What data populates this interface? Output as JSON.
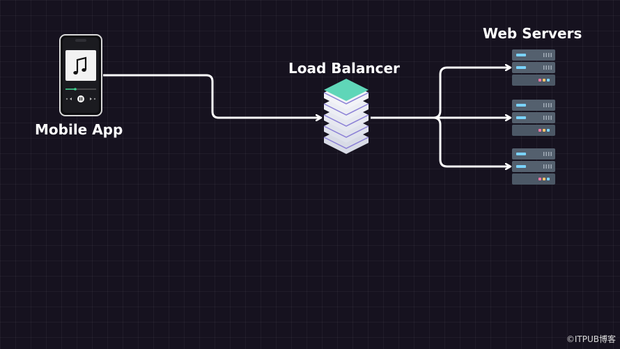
{
  "nodes": {
    "mobile_app": "Mobile App",
    "load_balancer": "Load Balancer",
    "web_servers": "Web Servers"
  },
  "watermark": "©ITPUB博客",
  "colors": {
    "background": "#16121f",
    "arrow": "#ffffff",
    "balancer_top": "#5fd6b8",
    "balancer_stripe": "#8a7fd6",
    "server_body": "#4f6070",
    "server_light_blue": "#7ad3ff",
    "server_light_pink": "#ff7aa8",
    "server_light_yellow": "#ffc36b"
  },
  "icons": [
    "phone-icon",
    "music-note-icon",
    "load-balancer-icon",
    "server-icon"
  ]
}
